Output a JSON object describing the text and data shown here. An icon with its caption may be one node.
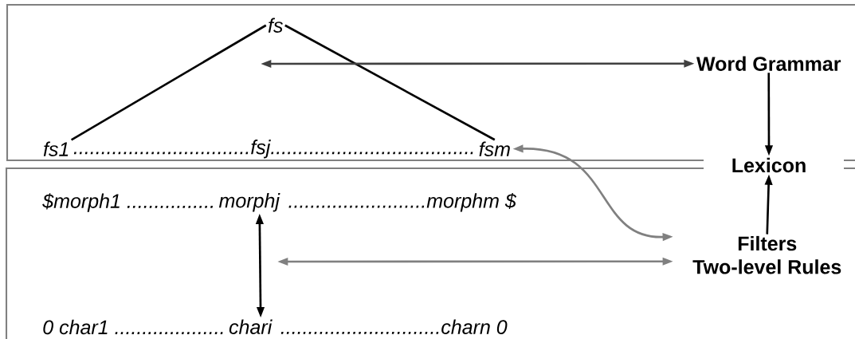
{
  "diagram": {
    "nodes": [
      {
        "text": [],
        "shape": "box"
      },
      {
        "text": [
          "fs"
        ],
        "in": 0
      },
      {
        "text": [
          "fs1"
        ],
        "in": 0
      },
      {
        "text": [
          "fsm"
        ],
        "in": 0
      },
      {
        "text": [],
        "shape": "box"
      },
      {
        "text": [
          "morphj"
        ],
        "in": 4
      },
      {
        "text": [
          "chari"
        ],
        "in": 4
      },
      {
        "text": [
          "Word Grammar"
        ],
        "in": 0
      },
      {
        "text": [
          "Lexicon"
        ]
      },
      {
        "text": [
          "Filters",
          "Two-level Rules"
        ],
        "in": 4
      }
    ],
    "edges": [
      {
        "from": 1,
        "to": 2,
        "arrow": "none"
      },
      {
        "from": 1,
        "to": 3,
        "arrow": "none"
      },
      {
        "from": null,
        "to": 7,
        "arrow": "both",
        "color": "#404040"
      },
      {
        "from": 7,
        "to": 8,
        "arrow": "to"
      },
      {
        "from": 9,
        "to": 8,
        "arrow": "to"
      },
      {
        "from": 3,
        "to": 9,
        "arrow": "both",
        "color": "#808080"
      },
      {
        "from": null,
        "to": 9,
        "arrow": "both",
        "color": "#808080"
      },
      {
        "from": 5,
        "to": 6,
        "arrow": "both"
      }
    ],
    "labels": [
      "................................fsj.....................................",
      "$morph1 ................",
      ".........................morphm $",
      "0 char1 ....................",
      ".............................charn 0"
    ]
  }
}
